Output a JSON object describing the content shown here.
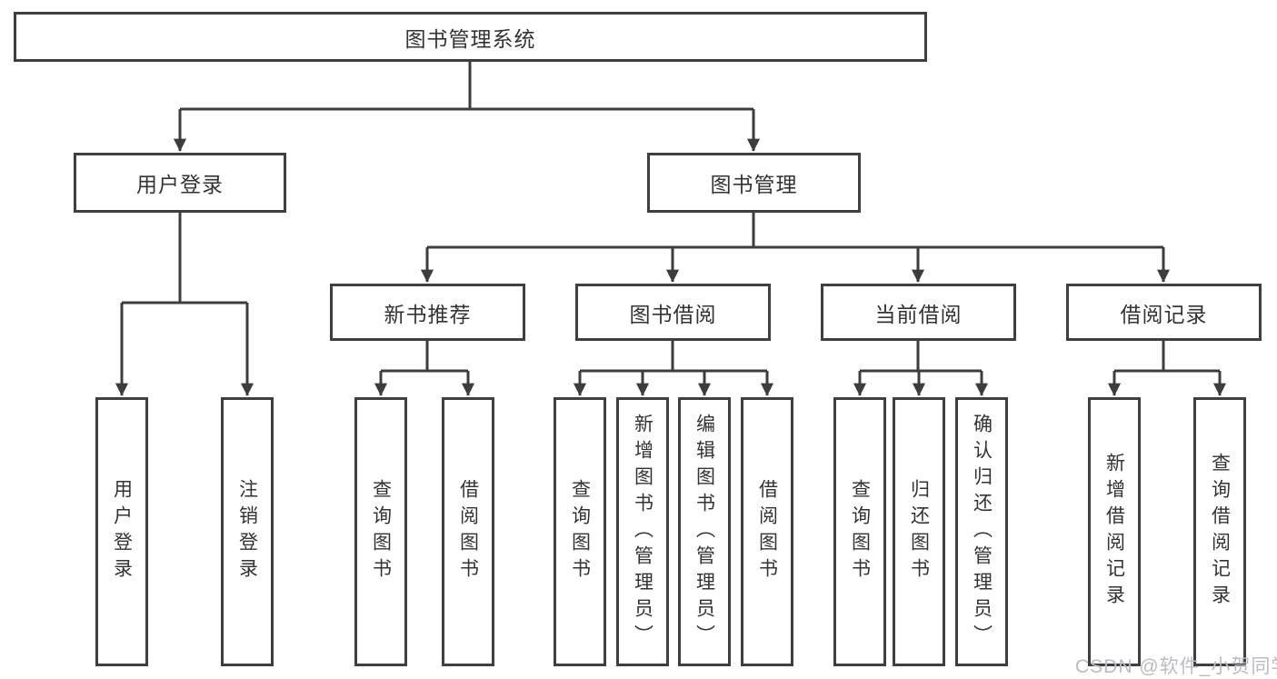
{
  "diagram": {
    "root": "图书管理系统",
    "login": {
      "label": "用户登录",
      "children": [
        "用户登录",
        "注销登录"
      ]
    },
    "mgmt": {
      "label": "图书管理",
      "sections": [
        {
          "label": "新书推荐",
          "children": [
            "查询图书",
            "借阅图书"
          ]
        },
        {
          "label": "图书借阅",
          "children": [
            "查询图书",
            "新增图书（管理员）",
            "编辑图书（管理员）",
            "借阅图书"
          ]
        },
        {
          "label": "当前借阅",
          "children": [
            "查询图书",
            "归还图书",
            "确认归还（管理员）"
          ]
        },
        {
          "label": "借阅记录",
          "children": [
            "新增借阅记录",
            "查询借阅记录"
          ]
        }
      ]
    },
    "colors": {
      "line": "#3d3d3d",
      "border": "#3f3f3f",
      "text": "#333333",
      "watermark_text": "#b9bcc4"
    }
  },
  "watermark": "CSDN @软件_小贺同学"
}
